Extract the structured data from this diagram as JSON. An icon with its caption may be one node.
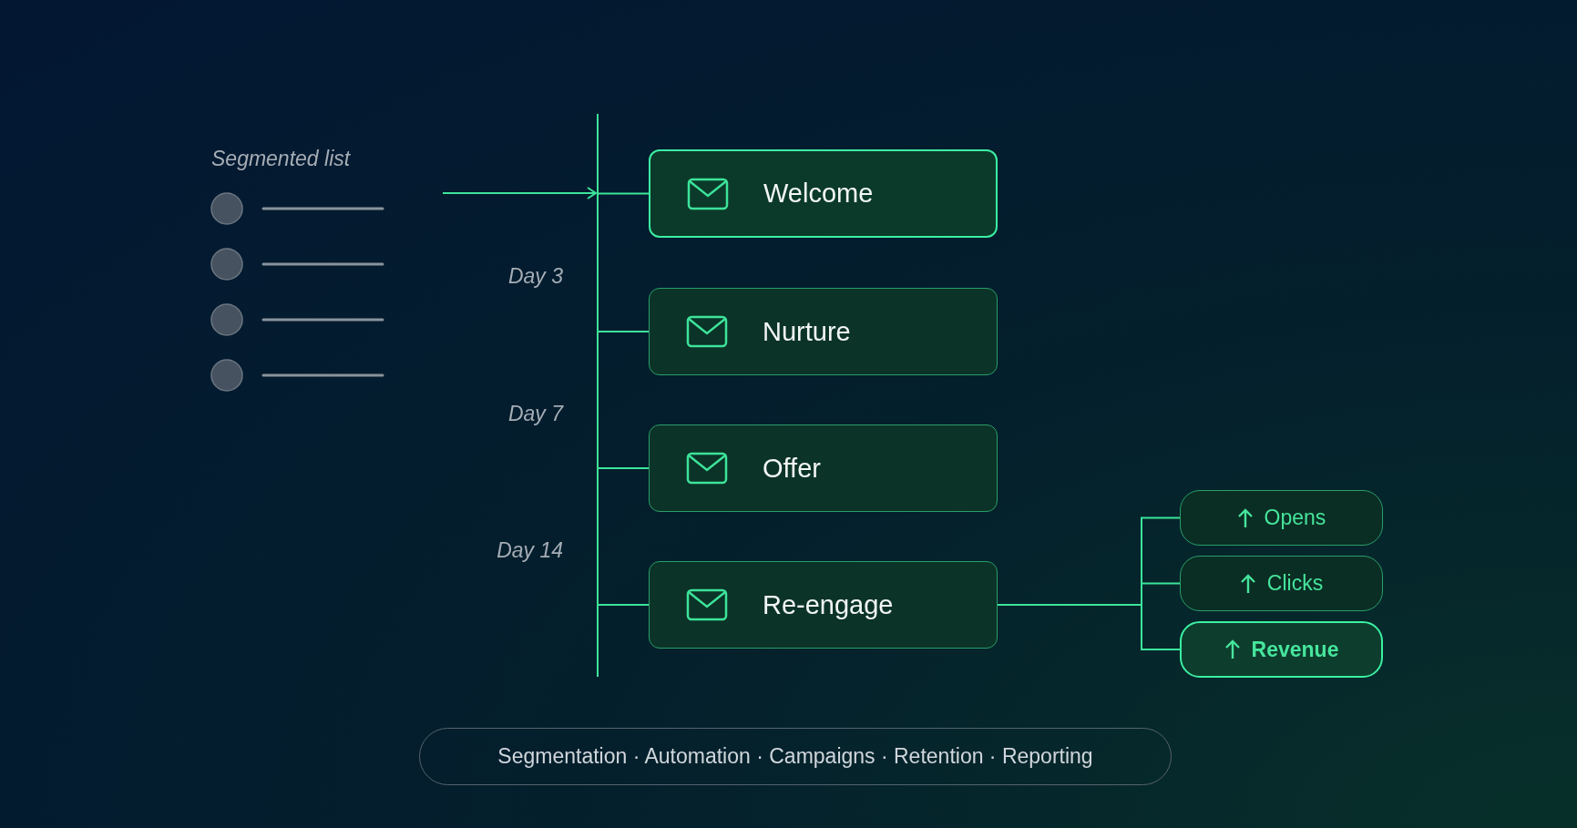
{
  "diagram": {
    "nodes": [
      {
        "text": [
          "Segmented list"
        ]
      },
      {
        "text": [],
        "shape": "bar"
      },
      {
        "text": [
          "Welcome"
        ]
      },
      {
        "text": [
          "Nurture"
        ]
      },
      {
        "text": [
          "Offer"
        ]
      },
      {
        "text": [
          "Re-engage"
        ]
      },
      {
        "text": [
          "Opens"
        ]
      },
      {
        "text": [
          "Clicks"
        ]
      },
      {
        "text": [
          "Revenue"
        ]
      },
      {
        "text": [
          "Segmentation · Automation · Campaigns · Retention · Reporting"
        ]
      }
    ],
    "edges": [
      {
        "from": 0,
        "to": 1,
        "arrow": "to"
      },
      {
        "from": 1,
        "to": 2,
        "arrow": "none"
      },
      {
        "from": 1,
        "to": 3,
        "arrow": "none"
      },
      {
        "from": 1,
        "to": 4,
        "arrow": "none"
      },
      {
        "from": 1,
        "to": 5,
        "arrow": "none"
      },
      {
        "from": 5,
        "to": 6,
        "arrow": "none"
      },
      {
        "from": 5,
        "to": 7,
        "arrow": "none"
      },
      {
        "from": 5,
        "to": 8,
        "arrow": "none"
      }
    ],
    "labels": [
      "Day 3",
      "Day 7",
      "Day 14"
    ]
  }
}
